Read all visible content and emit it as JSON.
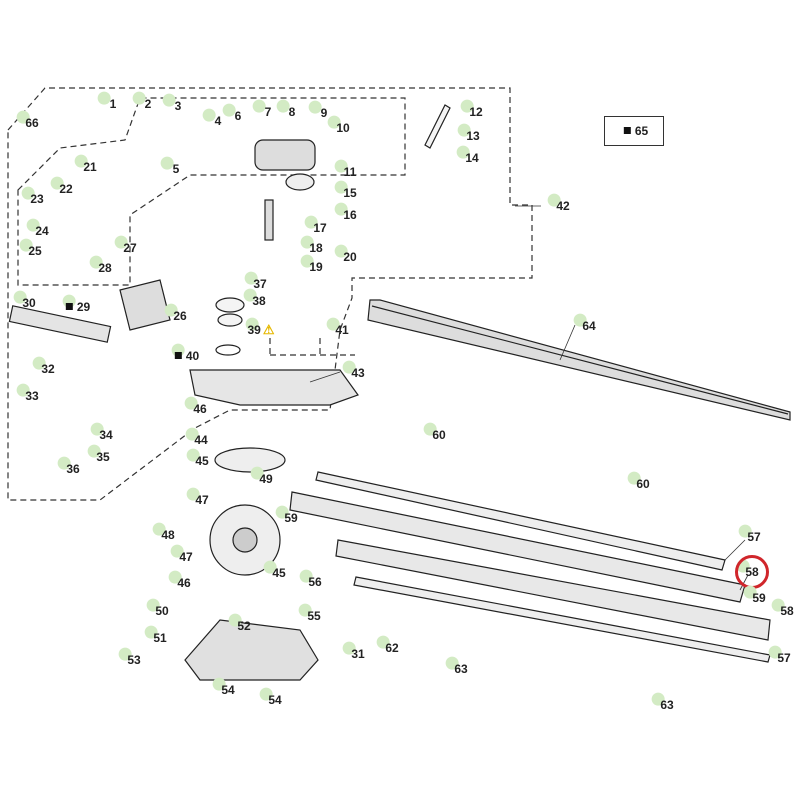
{
  "diagram": {
    "labels": [
      "1",
      "2",
      "3",
      "4",
      "5",
      "6",
      "7",
      "8",
      "9",
      "10",
      "11",
      "12",
      "13",
      "14",
      "15",
      "16",
      "17",
      "18",
      "19",
      "20",
      "21",
      "22",
      "23",
      "24",
      "25",
      "26",
      "27",
      "28",
      "29",
      "30",
      "31",
      "32",
      "33",
      "34",
      "35",
      "36",
      "37",
      "38",
      "39",
      "40",
      "41",
      "42",
      "43",
      "44",
      "45",
      "45",
      "46",
      "46",
      "47",
      "47",
      "48",
      "49",
      "50",
      "51",
      "52",
      "53",
      "54",
      "54",
      "55",
      "56",
      "57",
      "57",
      "58",
      "58",
      "59",
      "59",
      "60",
      "60",
      "62",
      "63",
      "63",
      "64",
      "65",
      "66"
    ],
    "highlighted_label": "58",
    "boxed_label": "65",
    "square_marked_labels": [
      "29",
      "40",
      "65"
    ],
    "warning_label": "39",
    "colors": {
      "highlight": "#d0262b",
      "label_dot": "#d3ebc4",
      "warning": "#e6b800"
    }
  }
}
